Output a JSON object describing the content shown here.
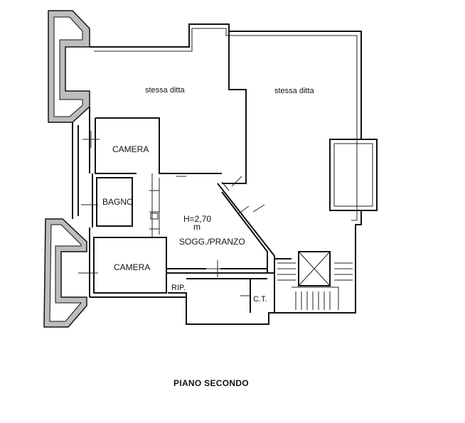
{
  "plan": {
    "title": "PIANO SECONDO",
    "labels": {
      "stessa_ditta_1": "stessa ditta",
      "stessa_ditta_2": "stessa ditta",
      "camera_1": "CAMERA",
      "bagno": "BAGNO",
      "camera_2": "CAMERA",
      "height": "H=2,70",
      "height_unit": "m",
      "soggiorno": "SOGG./PRANZO",
      "ripostiglio": "RIP.",
      "ct": "C.T."
    }
  }
}
